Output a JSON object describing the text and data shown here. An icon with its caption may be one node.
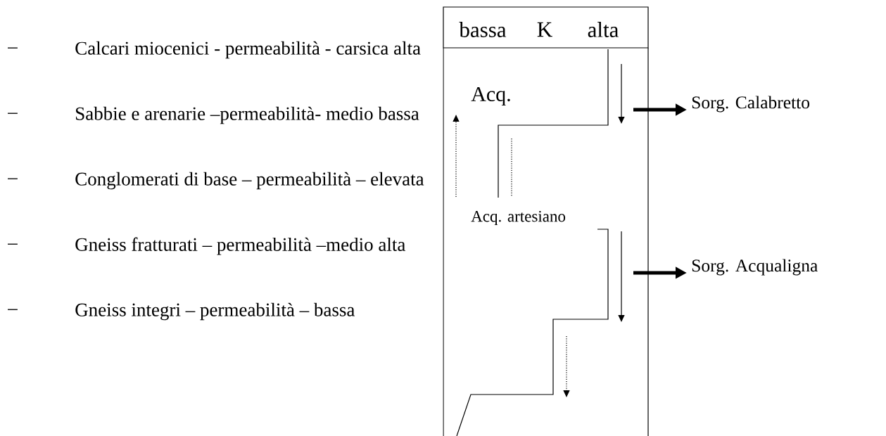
{
  "diagram": {
    "nodes": [
      {
        "text": [
          "bassa",
          "K",
          "alta"
        ]
      },
      {
        "text": [
          "Sorg. Calabretto"
        ]
      },
      {
        "text": [
          "Sorg. Acqualigna"
        ]
      }
    ],
    "edges": [
      {
        "from": null,
        "to": 1,
        "arrow": "to"
      },
      {
        "from": null,
        "to": 2,
        "arrow": "to"
      }
    ],
    "labels": [
      "–",
      "Calcari miocenici   - permeabilità - carsica alta",
      "–",
      "Sabbie e arenarie –permeabilità- medio bassa",
      "–",
      "Conglomerati di base – permeabilità – elevata",
      "–",
      "Gneiss fratturati – permeabilità –medio alta",
      "–",
      "Gneiss integri – permeabilità – bassa",
      "Acq.",
      "Acq. artesiano"
    ]
  }
}
